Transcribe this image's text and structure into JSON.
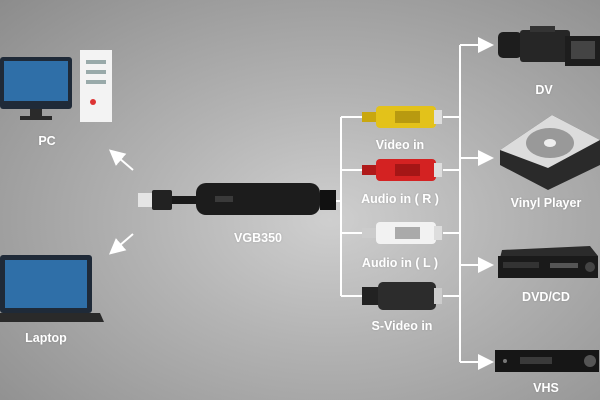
{
  "computers": [
    {
      "label": "PC",
      "icon": "desktop-pc-icon"
    },
    {
      "label": "Laptop",
      "icon": "laptop-icon"
    }
  ],
  "device": {
    "label": "VGB350"
  },
  "inputs": [
    {
      "label": "Video in",
      "color": "#e3c21a"
    },
    {
      "label": "Audio in ( R )",
      "color": "#d42222"
    },
    {
      "label": "Audio in ( L )",
      "color": "#e8e8e8"
    },
    {
      "label": "S-Video in",
      "color": "#2a2a2a"
    }
  ],
  "sources": [
    {
      "label": "DV"
    },
    {
      "label": "Vinyl Player"
    },
    {
      "label": "DVD/CD"
    },
    {
      "label": "VHS"
    }
  ]
}
